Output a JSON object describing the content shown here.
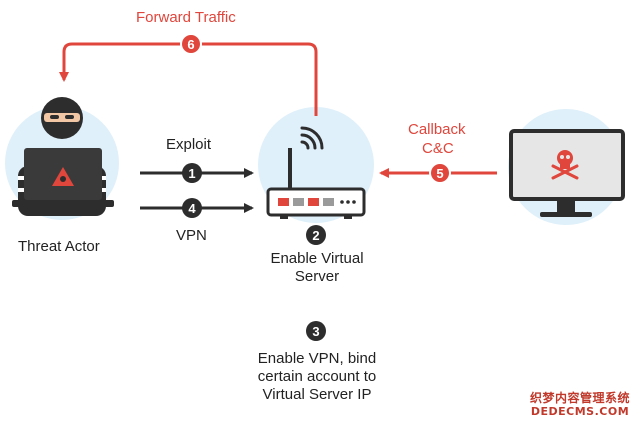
{
  "colors": {
    "accent_red": "#e0463c",
    "dark": "#2d2d2d",
    "light_blue": "#dff0fa",
    "monitor_screen": "#e6e6e6",
    "laptop": "#3a3a3a",
    "router_body": "#ffffff"
  },
  "icons": {
    "threat_actor": "hacker-icon",
    "router": "router-icon",
    "victim": "skull-monitor-icon",
    "laptop_logo": "warning-skull-icon"
  },
  "labels": {
    "forward_traffic": "Forward Traffic",
    "callback": "Callback",
    "cnc": "C&C",
    "exploit": "Exploit",
    "vpn": "VPN",
    "threat_actor": "Threat Actor",
    "enable_virtual_server": "Enable Virtual Server",
    "enable_vpn": "Enable VPN, bind certain account to Virtual Server IP"
  },
  "steps": [
    {
      "number": "1"
    },
    {
      "number": "2"
    },
    {
      "number": "3"
    },
    {
      "number": "4"
    },
    {
      "number": "5"
    },
    {
      "number": "6"
    }
  ],
  "watermark": {
    "line1": "织梦内容管理系统",
    "line2": "DEDECMS.COM"
  }
}
